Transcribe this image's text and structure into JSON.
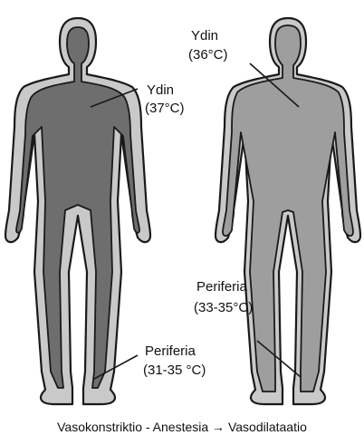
{
  "colors": {
    "outline": "#1a1a1a",
    "periphery": "#c9c9c9",
    "core_left": "#6e6e6e",
    "core_right": "#9e9e9e",
    "text": "#111111"
  },
  "left_figure": {
    "core_label_line1": "Ydin",
    "core_label_line2": "(37°C)",
    "periphery_label_line1": "Periferia",
    "periphery_label_line2": "(31-35 °C)"
  },
  "right_figure": {
    "core_label_line1": "Ydin",
    "core_label_line2": "(36°C)",
    "periphery_label_line1": "Periferia",
    "periphery_label_line2": "(33-35°C)"
  },
  "caption": "Vasokonstriktio - Anestesia → Vasodilataatio"
}
